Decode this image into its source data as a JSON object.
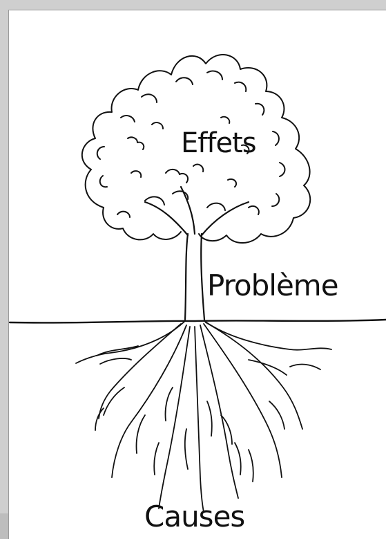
{
  "diagram": {
    "labels": {
      "effects": "Effets",
      "problem": "Problème",
      "causes": "Causes"
    },
    "parts": {
      "canopy": "canopy-icon",
      "trunk": "trunk-icon",
      "ground": "ground-line",
      "roots": "roots-icon"
    },
    "colors": {
      "ink": "#111111",
      "paper": "#ffffff",
      "frame": "#cfcfcf"
    }
  }
}
